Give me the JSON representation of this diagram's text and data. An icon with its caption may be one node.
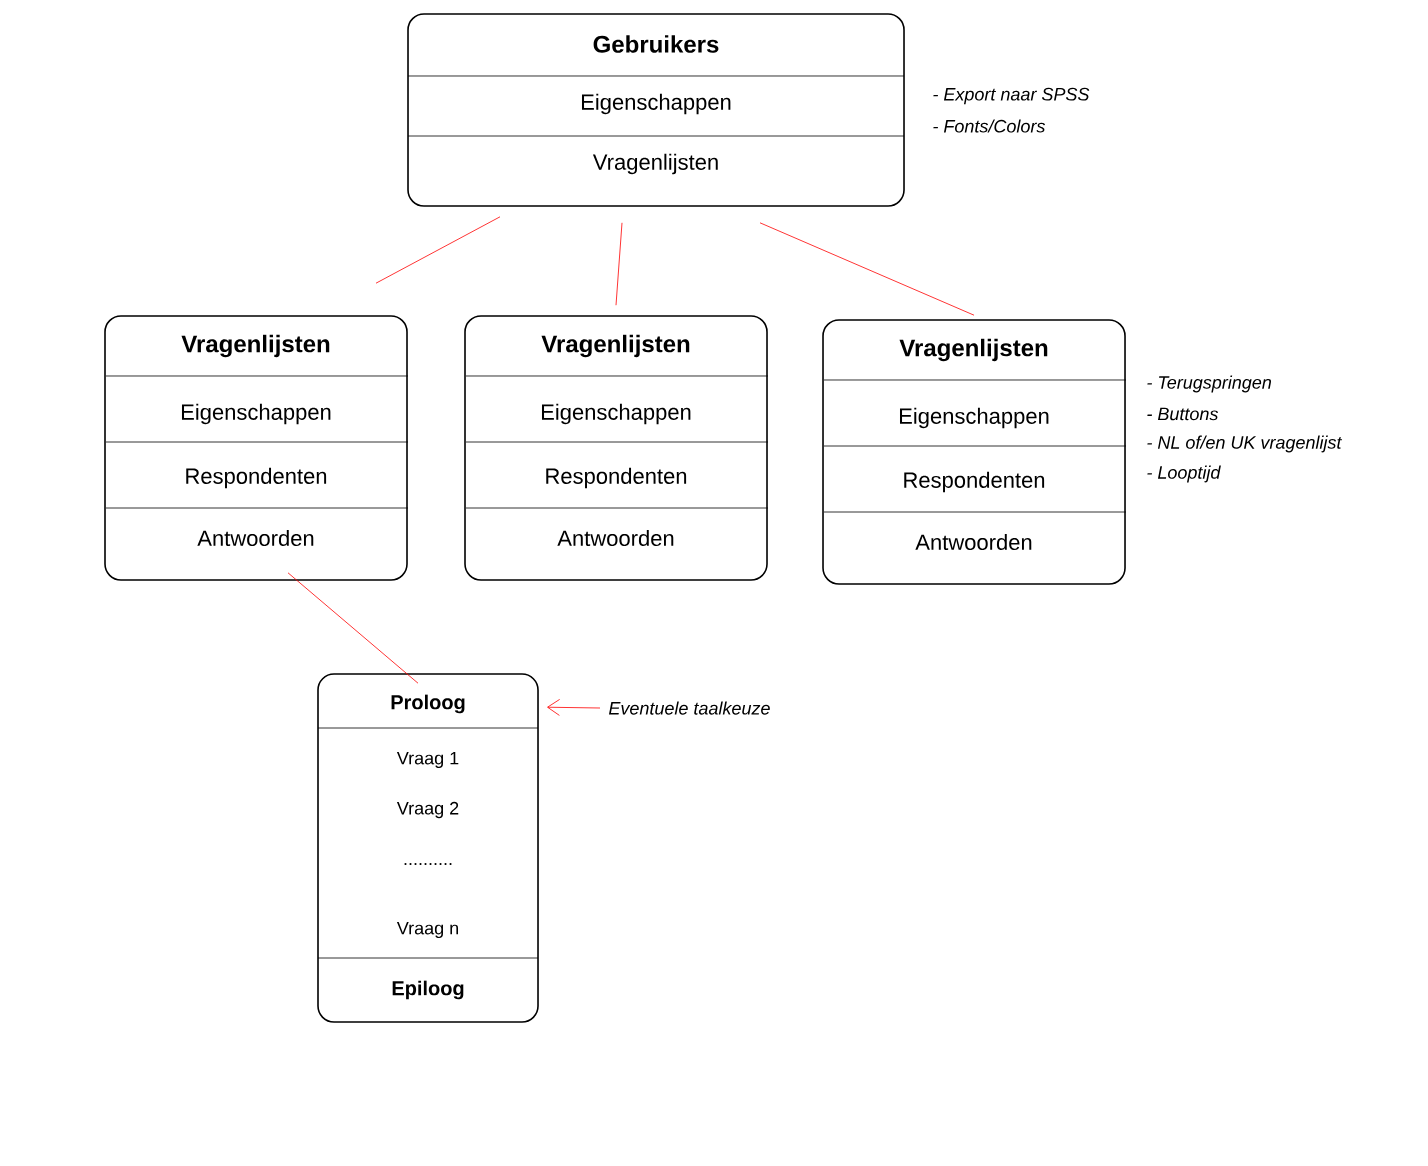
{
  "diagram": {
    "nodes": [
      {
        "text": [
          "Gebruikers",
          "Eigenschappen",
          "Vragenlijsten"
        ],
        "beside": [
          "- Export naar SPSS",
          "- Fonts/Colors"
        ]
      },
      {
        "text": [
          "Vragenlijsten",
          "Eigenschappen",
          "Respondenten",
          "Antwoorden"
        ]
      },
      {
        "text": [
          "Vragenlijsten",
          "Eigenschappen",
          "Respondenten",
          "Antwoorden"
        ]
      },
      {
        "text": [
          "Vragenlijsten",
          "Eigenschappen",
          "Respondenten",
          "Antwoorden"
        ],
        "beside": [
          "- Terugspringen",
          "- Buttons",
          "- NL of/en UK vragenlijst",
          "- Looptijd"
        ]
      },
      {
        "text": [
          "Proloog",
          "Vraag 1",
          "Vraag 2",
          "..........",
          "Vraag n",
          "Epiloog"
        ]
      },
      {
        "text": [
          "Eventuele taalkeuze"
        ]
      }
    ],
    "edges": [
      {
        "from": 0,
        "to": 1,
        "arrow": "none"
      },
      {
        "from": 0,
        "to": 2,
        "arrow": "none"
      },
      {
        "from": 0,
        "to": 3,
        "arrow": "none"
      },
      {
        "from": 1,
        "to": 4,
        "arrow": "none"
      },
      {
        "from": 5,
        "to": 4,
        "arrow": "to"
      }
    ]
  }
}
